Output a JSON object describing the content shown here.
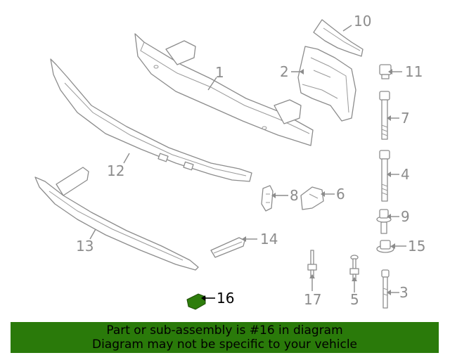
{
  "diagram": {
    "highlight_color": "#2e7d0c",
    "labels": {
      "p1": "1",
      "p2": "2",
      "p3": "3",
      "p4": "4",
      "p5": "5",
      "p6": "6",
      "p7": "7",
      "p8": "8",
      "p9": "9",
      "p10": "10",
      "p11": "11",
      "p12": "12",
      "p13": "13",
      "p14": "14",
      "p15": "15",
      "p16": "16",
      "p17": "17"
    }
  },
  "banner": {
    "line1": "Part or sub-assembly is #16 in diagram",
    "line2": "Diagram may not be specific to your vehicle",
    "background": "#2a7a0a"
  }
}
